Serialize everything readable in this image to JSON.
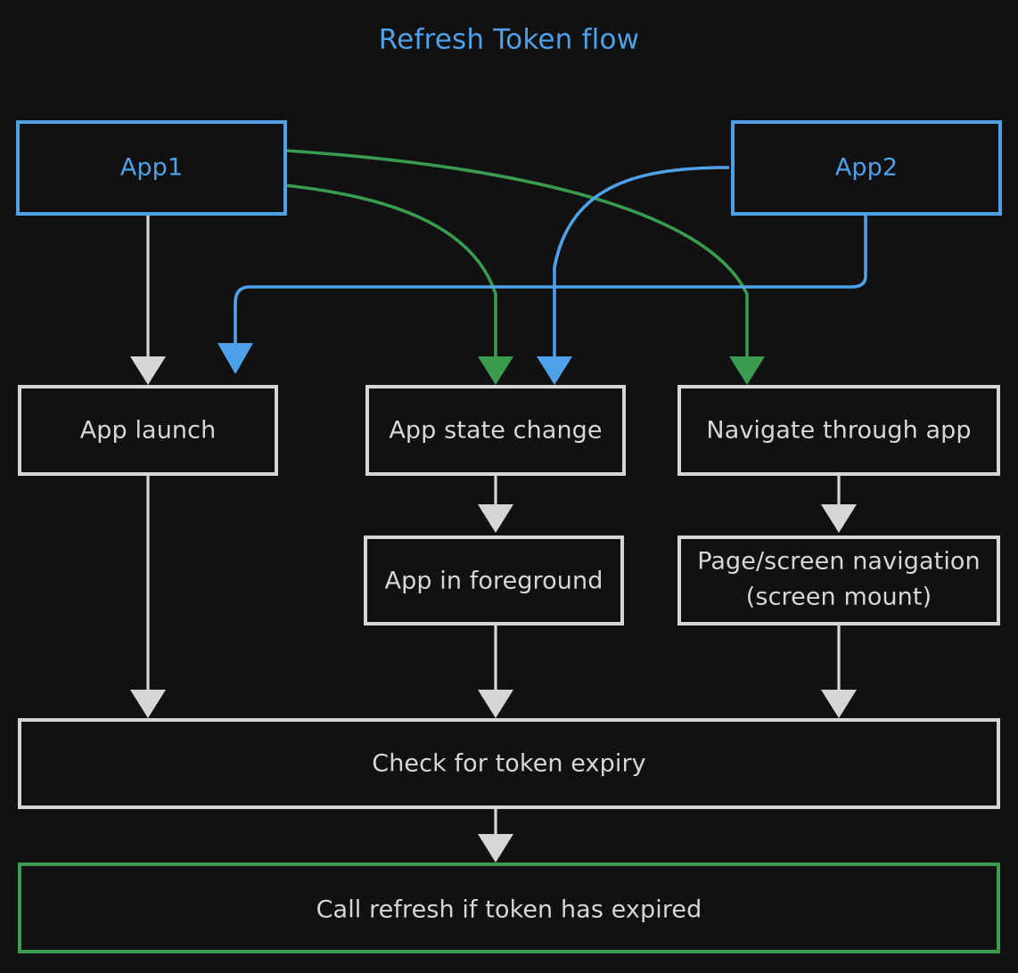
{
  "diagram": {
    "title": "Refresh Token flow",
    "background_color": "#111111",
    "colors": {
      "accent_blue": "#4ea0e8",
      "accent_green": "#3a9a50",
      "neutral_gray": "#d6d6d6"
    },
    "nodes": [
      {
        "id": "app1",
        "label": "App1",
        "style": "blue"
      },
      {
        "id": "app2",
        "label": "App2",
        "style": "blue"
      },
      {
        "id": "app_launch",
        "label": "App launch",
        "style": "gray"
      },
      {
        "id": "state_change",
        "label": "App state change",
        "style": "gray"
      },
      {
        "id": "navigate",
        "label": "Navigate through app",
        "style": "gray"
      },
      {
        "id": "foreground",
        "label": "App in foreground",
        "style": "gray"
      },
      {
        "id": "page_nav_l1",
        "label": "Page/screen navigation",
        "style": "gray"
      },
      {
        "id": "page_nav_l2",
        "label": "(screen mount)",
        "style": "gray"
      },
      {
        "id": "check",
        "label": "Check for token expiry",
        "style": "gray"
      },
      {
        "id": "refresh",
        "label": "Call refresh if token has expired",
        "style": "green"
      }
    ],
    "edges": [
      {
        "from": "app1",
        "to": "app_launch",
        "color": "gray"
      },
      {
        "from": "app1",
        "to": "state_change",
        "color": "green"
      },
      {
        "from": "app1",
        "to": "navigate",
        "color": "green"
      },
      {
        "from": "app2",
        "to": "app_launch",
        "color": "blue"
      },
      {
        "from": "app2",
        "to": "state_change",
        "color": "blue"
      },
      {
        "from": "app_launch",
        "to": "check",
        "color": "gray"
      },
      {
        "from": "state_change",
        "to": "foreground",
        "color": "gray"
      },
      {
        "from": "foreground",
        "to": "check",
        "color": "gray"
      },
      {
        "from": "navigate",
        "to": "page_nav",
        "color": "gray"
      },
      {
        "from": "page_nav",
        "to": "check",
        "color": "gray"
      },
      {
        "from": "check",
        "to": "refresh",
        "color": "gray"
      }
    ]
  }
}
